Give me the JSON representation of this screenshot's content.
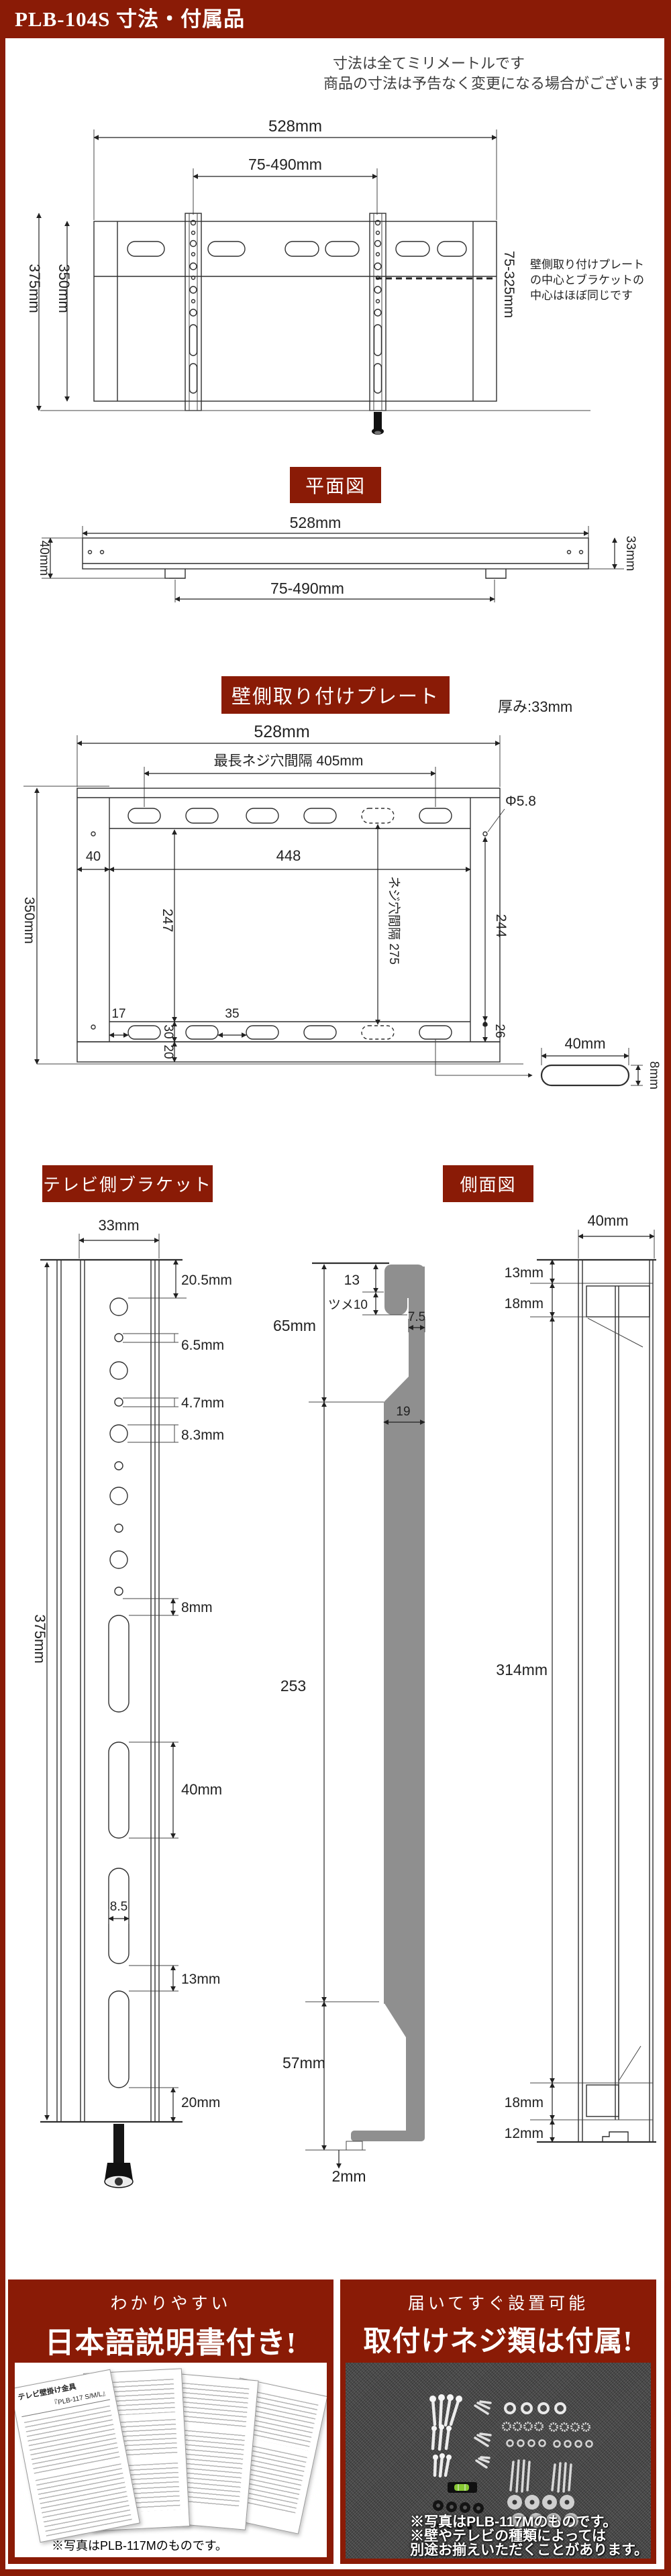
{
  "page": {
    "title": "PLB-104S 寸法・付属品"
  },
  "notes": {
    "line1": "寸法は全てミリメートルです",
    "line2": "商品の寸法は予告なく変更になる場合がございます"
  },
  "front_view": {
    "dim_overall_width": "528mm",
    "dim_bracket_range": "75-490mm",
    "dim_bracket_height": "375mm",
    "dim_plate_height": "350mm",
    "dim_center_range": "75-325mm",
    "note_line1": "壁側取り付けプレート",
    "note_line2": "の中心とブラケットの",
    "note_line3": "中心はほぼ同じです"
  },
  "plan_view": {
    "label": "平面図",
    "dim_width": "528mm",
    "dim_depth": "40mm",
    "dim_thickness": "33mm",
    "dim_bracket_range": "75-490mm"
  },
  "wall_plate": {
    "label": "壁側取り付けプレート",
    "thickness_note": "厚み:33mm",
    "dim_width": "528mm",
    "dim_max_screw_span": "最長ネジ穴間隔 405mm",
    "dim_hole_dia": "Φ5.8",
    "dim_flange": "40",
    "dim_inner_width": "448",
    "dim_inner_height": "247",
    "dim_screw_pitch": "ネジ穴間隔 275",
    "dim_right_height": "244",
    "dim_height": "350mm",
    "dim_17": "17",
    "dim_35": "35",
    "dim_30": "30",
    "dim_20": "20",
    "dim_26": "26",
    "slot_width": "40mm",
    "slot_height": "8mm"
  },
  "tv_bracket": {
    "label": "テレビ側ブラケット",
    "dim_width": "33mm",
    "dim_top_offset": "20.5mm",
    "dim_hole_65": "6.5mm",
    "dim_hole_47": "4.7mm",
    "dim_hole_83": "8.3mm",
    "dim_gap_8": "8mm",
    "dim_slot_length": "40mm",
    "dim_slot_width": "8.5",
    "dim_gap_13": "13mm",
    "dim_bottom_offset": "20mm",
    "dim_height": "375mm"
  },
  "bracket_profile": {
    "dim_top": "13",
    "dim_claw": "ツメ10",
    "dim_hook_width": "7.5",
    "dim_upper": "65mm",
    "dim_bar_width": "19",
    "dim_middle": "253",
    "dim_lower": "57mm",
    "dim_foot": "2mm"
  },
  "side_view": {
    "label": "側面図",
    "dim_depth": "40mm",
    "dim_top_13": "13mm",
    "dim_top_18": "18mm",
    "dim_height": "314mm",
    "dim_bottom_18": "18mm",
    "dim_bottom_12": "12mm"
  },
  "manual_box": {
    "subtitle": "わかりやすい",
    "title": "日本語説明書付き!",
    "caption": "※写真はPLB-117Mのものです。",
    "page_heading": "テレビ壁掛け金具",
    "page_model": "『PLB-117 S/M/L』"
  },
  "screws_box": {
    "subtitle": "届いてすぐ設置可能",
    "title": "取付けネジ類は付属!",
    "note_line1": "※写真はPLB-117Mのものです。",
    "note_line2": "※壁やテレビの種類によっては",
    "note_line3": "別途お揃えいただくことがあります。"
  },
  "colors": {
    "accent": "#8a1b06",
    "line": "#2f2f2f",
    "silhouette": "#8f8f8f"
  }
}
